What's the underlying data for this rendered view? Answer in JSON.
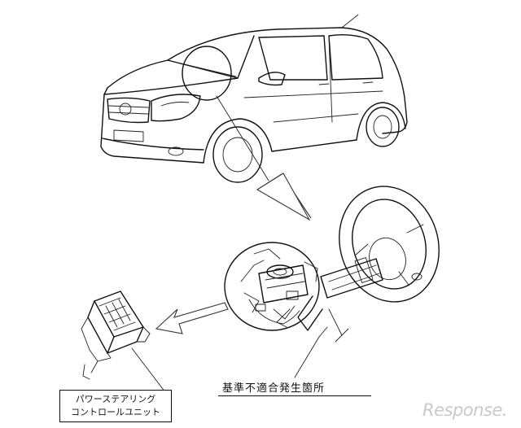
{
  "labels": {
    "defect_location": "基準不適合発生箇所",
    "control_unit_line1": "パワーステアリング",
    "control_unit_line2": "コントロールユニット"
  },
  "watermark": {
    "text": "Response."
  },
  "colors": {
    "line": "#111111",
    "watermark": "#c9c9c9",
    "background": "#ffffff"
  }
}
